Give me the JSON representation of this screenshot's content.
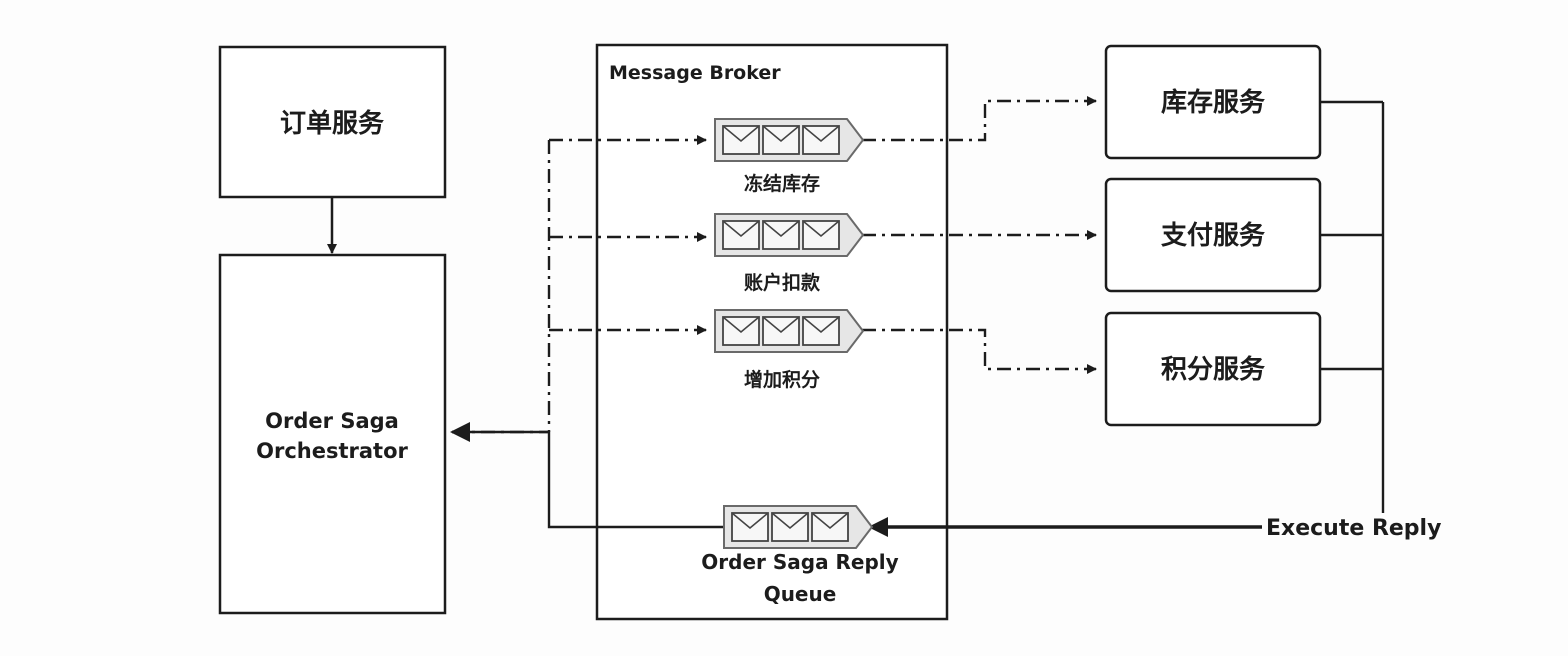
{
  "nodes": {
    "order_service": "订单服务",
    "orchestrator_line1": "Order Saga",
    "orchestrator_line2": "Orchestrator",
    "broker": "Message Broker",
    "inventory_service": "库存服务",
    "payment_service": "支付服务",
    "points_service": "积分服务"
  },
  "queues": {
    "freeze_inventory": "冻结库存",
    "account_debit": "账户扣款",
    "add_points": "增加积分",
    "reply_line1": "Order Saga Reply",
    "reply_line2": "Queue"
  },
  "edges": {
    "execute_reply": "Execute Reply"
  },
  "icons": {
    "queue": "envelope-queue-icon",
    "arrow": "arrowhead-icon"
  },
  "colors": {
    "stroke": "#1c1c1c",
    "queue_fill": "#e6e6e6",
    "envelope_fill": "#f7f7f7"
  }
}
